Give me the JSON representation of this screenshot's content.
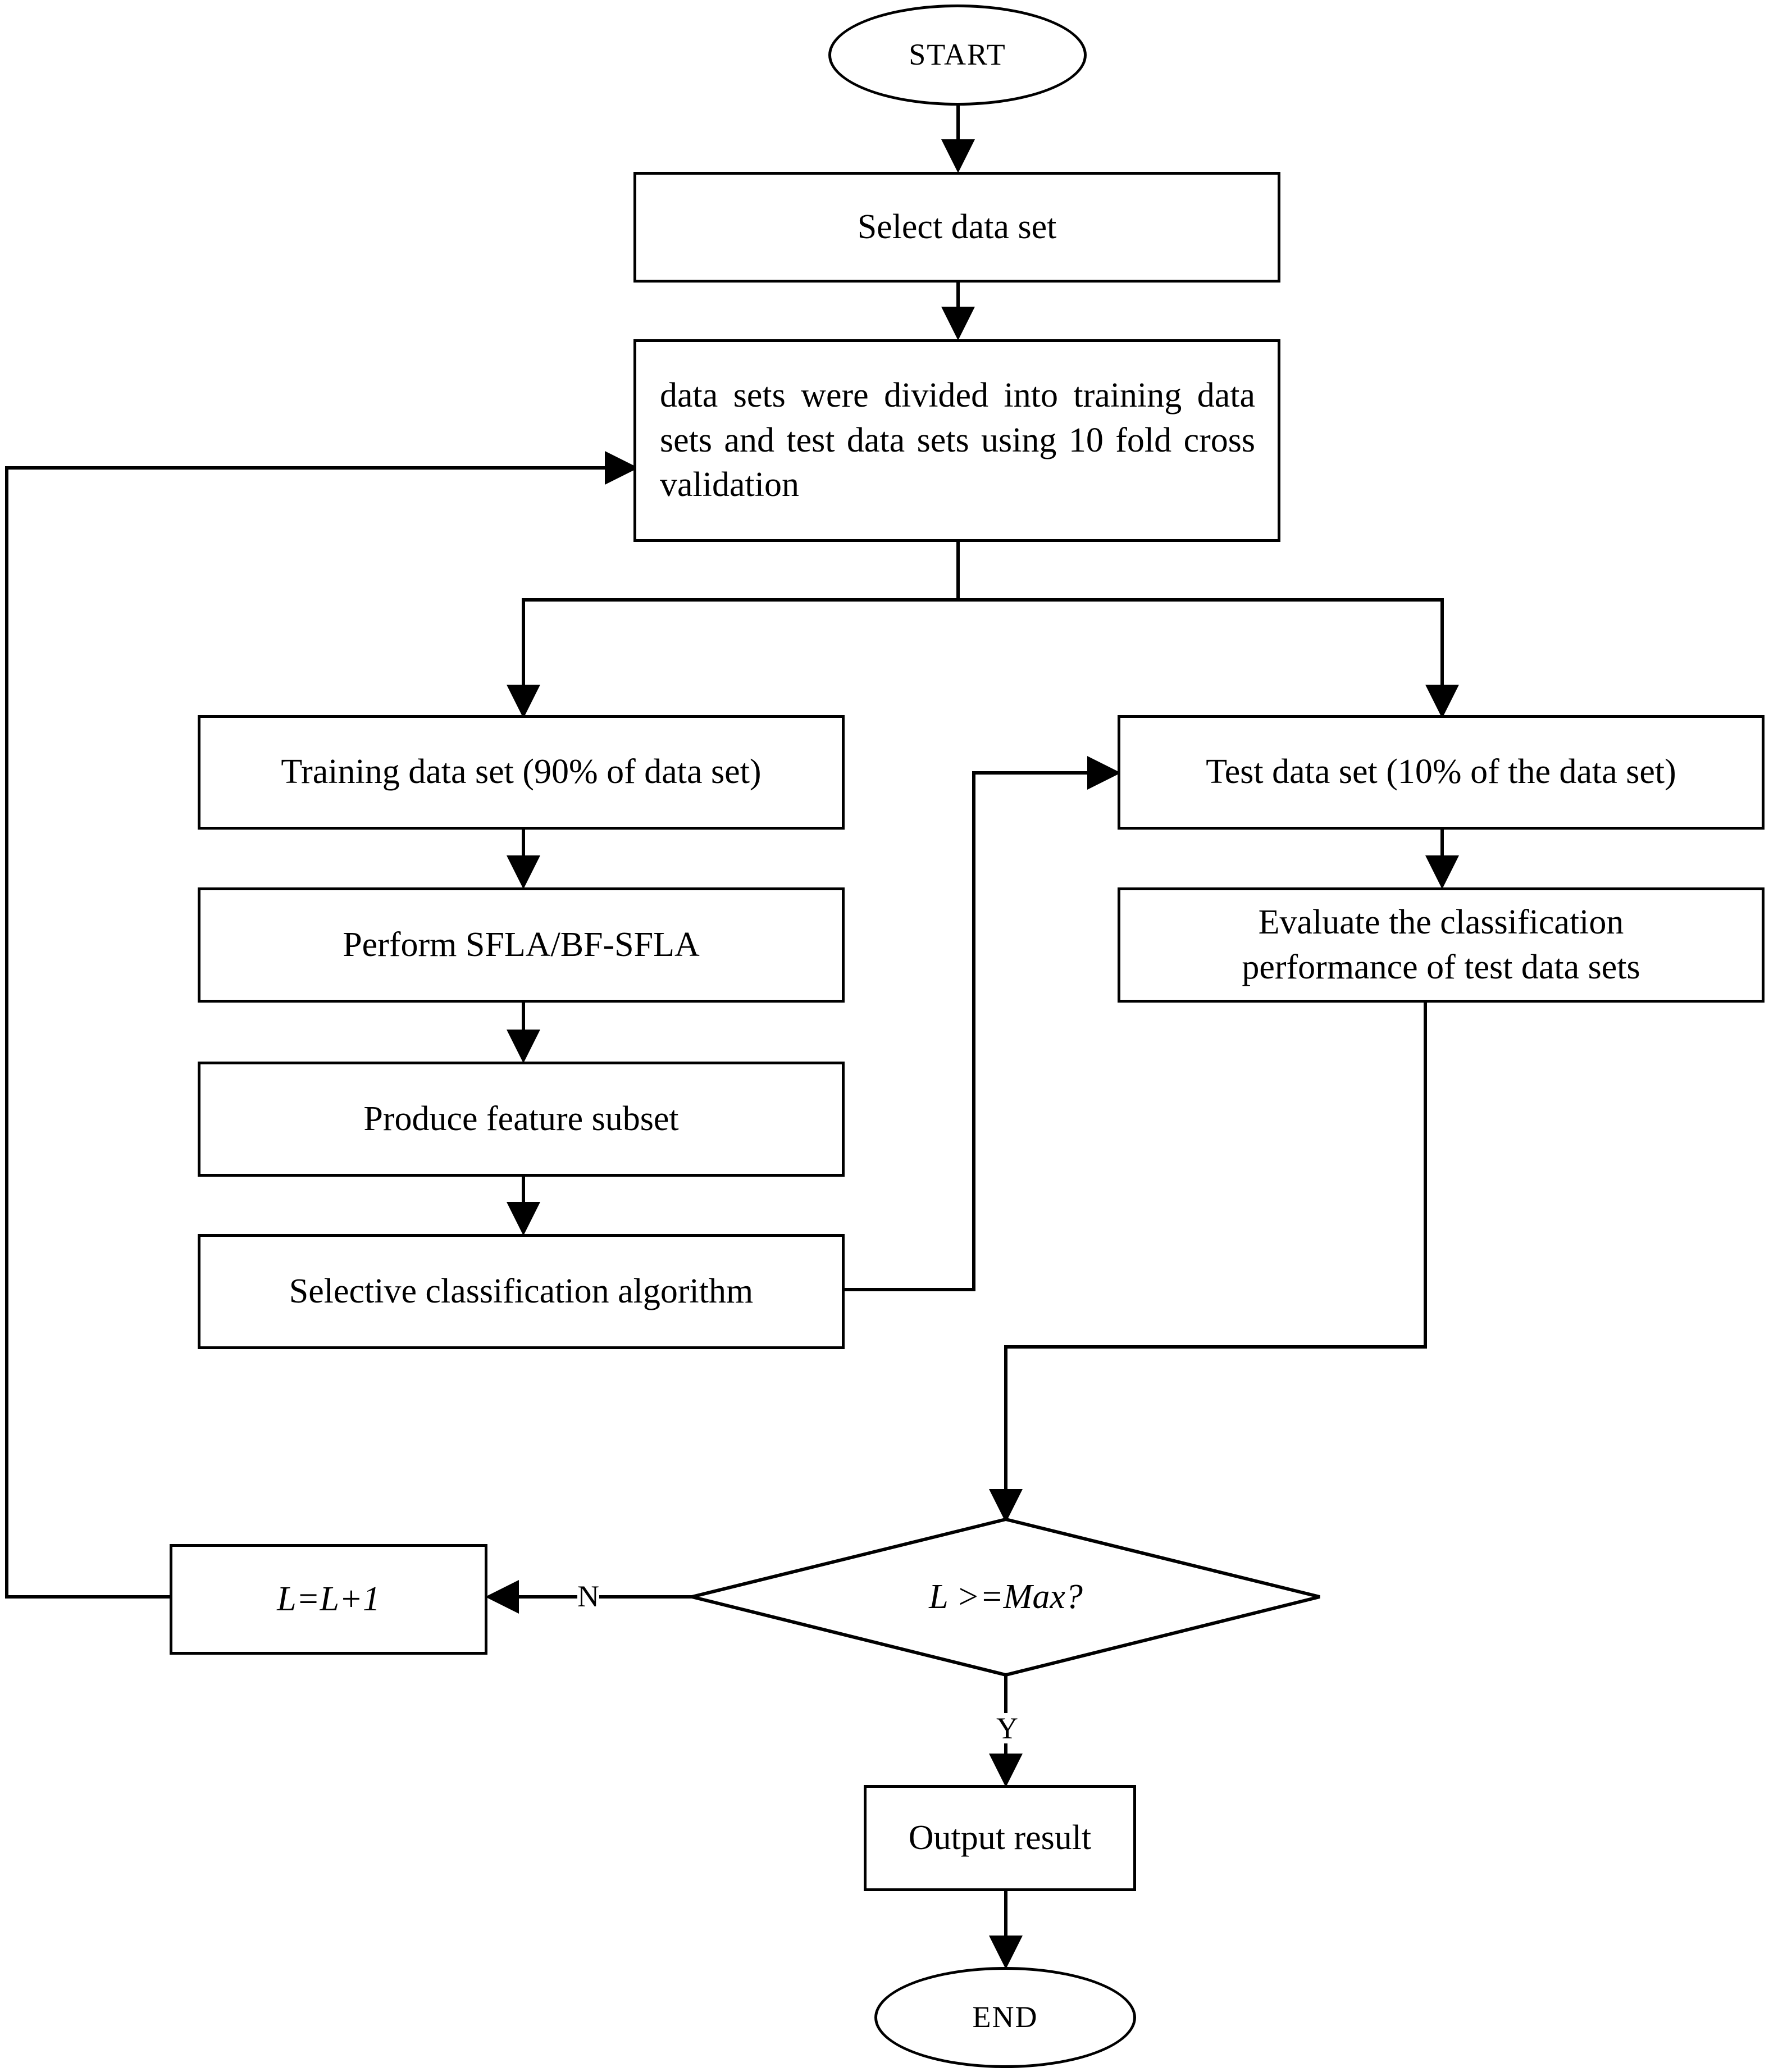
{
  "nodes": {
    "start": "START",
    "select": "Select data set",
    "divide": "data sets were divided into training data sets and test data sets using 10 fold cross validation",
    "training": "Training data set (90% of data set)",
    "test": "Test data set (10% of the data set)",
    "perform": "Perform SFLA/BF-SFLA",
    "evaluate_line1": "Evaluate the classification",
    "evaluate_line2": "performance of test data sets",
    "produce": "Produce feature subset",
    "selective": "Selective classification algorithm",
    "decision": "L >=Max?",
    "increment": "L=L+1",
    "output": "Output result",
    "end": "END"
  },
  "edge_labels": {
    "no": "N",
    "yes": "Y"
  }
}
